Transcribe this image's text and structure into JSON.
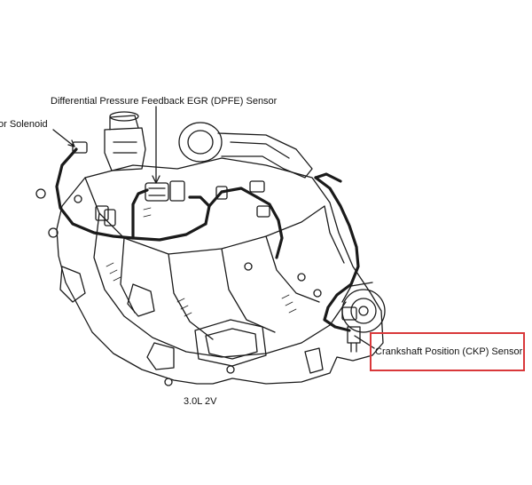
{
  "labels": {
    "solenoid": "or Solenoid",
    "dpfe": "Differential Pressure Feedback EGR (DPFE) Sensor",
    "engine": "3.0L 2V",
    "ckp": "Crankshaft Position (CKP) Sensor"
  },
  "highlight_color": "#d9383a"
}
